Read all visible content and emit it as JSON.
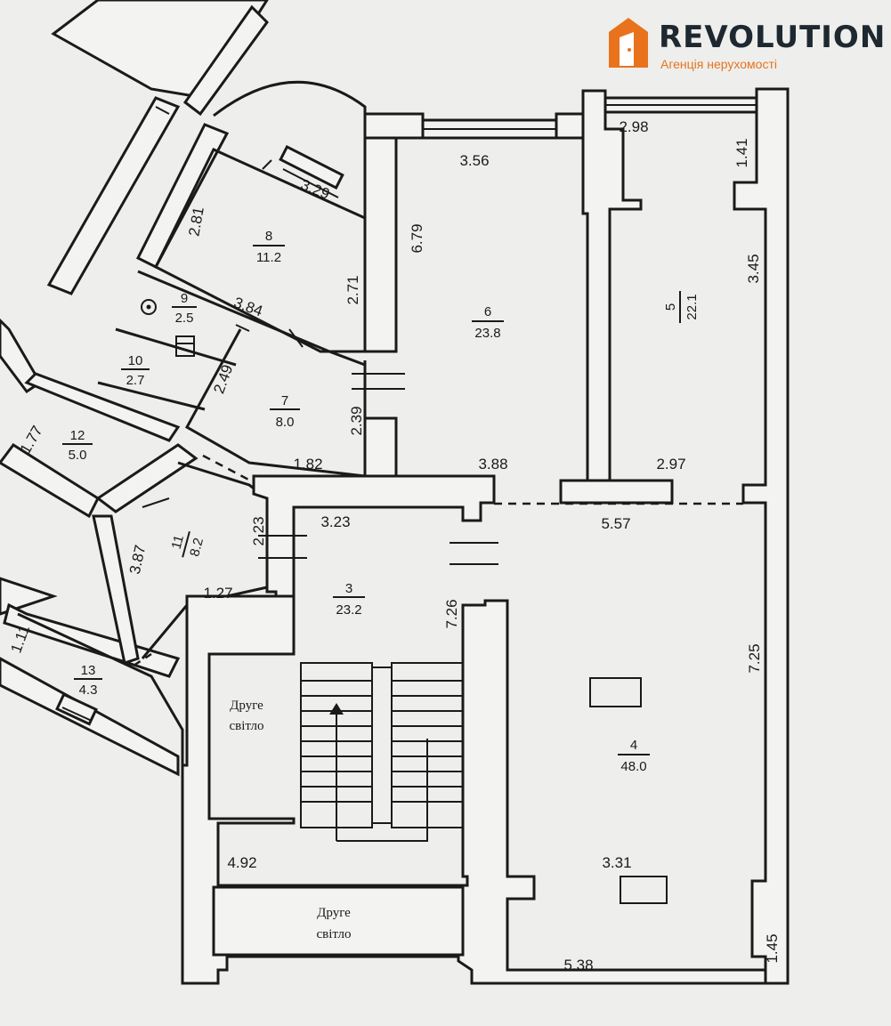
{
  "brand": {
    "name": "REVOLUTION",
    "subtitle": "Агенція нерухомості",
    "accent_color": "#e8731c",
    "text_color": "#1e2830",
    "icon": "house-door-icon"
  },
  "rooms": [
    {
      "number": "3",
      "area": "23.2"
    },
    {
      "number": "4",
      "area": "48.0"
    },
    {
      "number": "5",
      "area": "22.1"
    },
    {
      "number": "6",
      "area": "23.8"
    },
    {
      "number": "7",
      "area": "8.0"
    },
    {
      "number": "8",
      "area": "11.2"
    },
    {
      "number": "9",
      "area": "2.5"
    },
    {
      "number": "10",
      "area": "2.7"
    },
    {
      "number": "11",
      "area": "8.2"
    },
    {
      "number": "12",
      "area": "5.0"
    },
    {
      "number": "13",
      "area": "4.3"
    }
  ],
  "dimensions": [
    "3.56",
    "6.79",
    "3.88",
    "2.98",
    "1.41",
    "3.45",
    "2.97",
    "5.57",
    "3.23",
    "7.26",
    "7.25",
    "3.31",
    "5.38",
    "1.45",
    "4.92",
    "3.29",
    "2.81",
    "2.71",
    "3.84",
    "2.49",
    "2.39",
    "1.82",
    "1.77",
    "3.87",
    "2.23",
    "1.27",
    "1.11"
  ],
  "labels": {
    "light_well_1_line1": "Друге",
    "light_well_1_line2": "світло",
    "light_well_2_line1": "Друге",
    "light_well_2_line2": "світло"
  }
}
